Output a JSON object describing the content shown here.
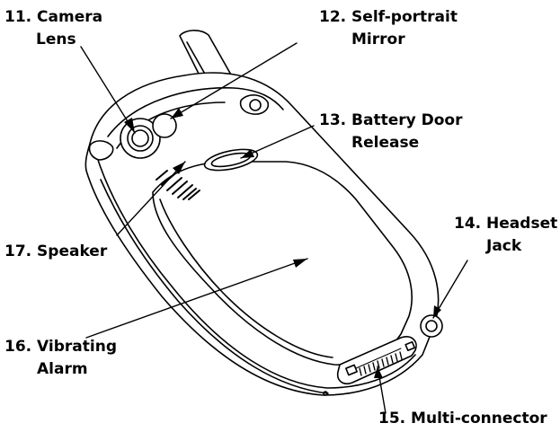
{
  "labels": {
    "camera_lens": {
      "number": "11.",
      "line1": "Camera",
      "line2": "Lens"
    },
    "self_portrait_mirror": {
      "number": "12.",
      "line1": "Self-portrait",
      "line2": "Mirror"
    },
    "battery_door_release": {
      "number": "13.",
      "line1": "Battery Door",
      "line2": "Release"
    },
    "headset_jack": {
      "number": "14.",
      "line1": "Headset",
      "line2": "Jack"
    },
    "multi_connector": {
      "number": "15.",
      "line1": "Multi-connector"
    },
    "vibrating_alarm": {
      "number": "16.",
      "line1": "Vibrating",
      "line2": "Alarm"
    },
    "speaker": {
      "number": "17.",
      "line1": "Speaker"
    }
  },
  "colors": {
    "stroke": "#000000",
    "fill": "#ffffff"
  }
}
